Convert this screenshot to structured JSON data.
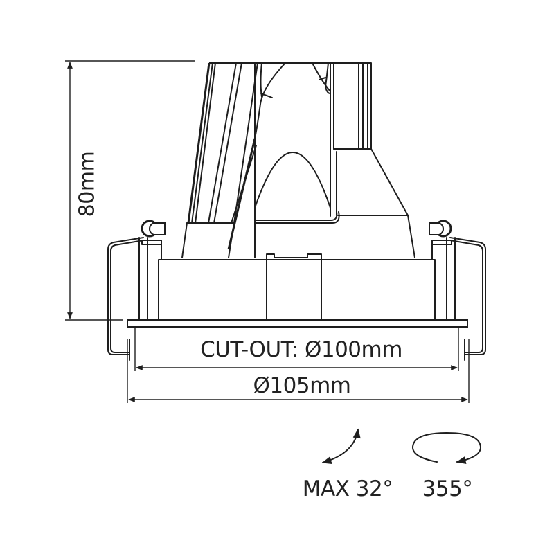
{
  "drawing": {
    "subject": "recessed adjustable downlight - side elevation",
    "line_color": "#1e1e1e",
    "background": "#ffffff"
  },
  "dimensions": {
    "height": {
      "label": "80mm",
      "orientation": "vertical"
    },
    "cut_out": {
      "label": "CUT-OUT: Ø100mm"
    },
    "outer_diameter": {
      "label": "Ø105mm"
    }
  },
  "adjustments": {
    "tilt": {
      "label": "MAX 32°",
      "icon": "tilt-arc-arrow-icon"
    },
    "rotation": {
      "label": "355°",
      "icon": "rotation-ellipse-arrow-icon"
    }
  }
}
